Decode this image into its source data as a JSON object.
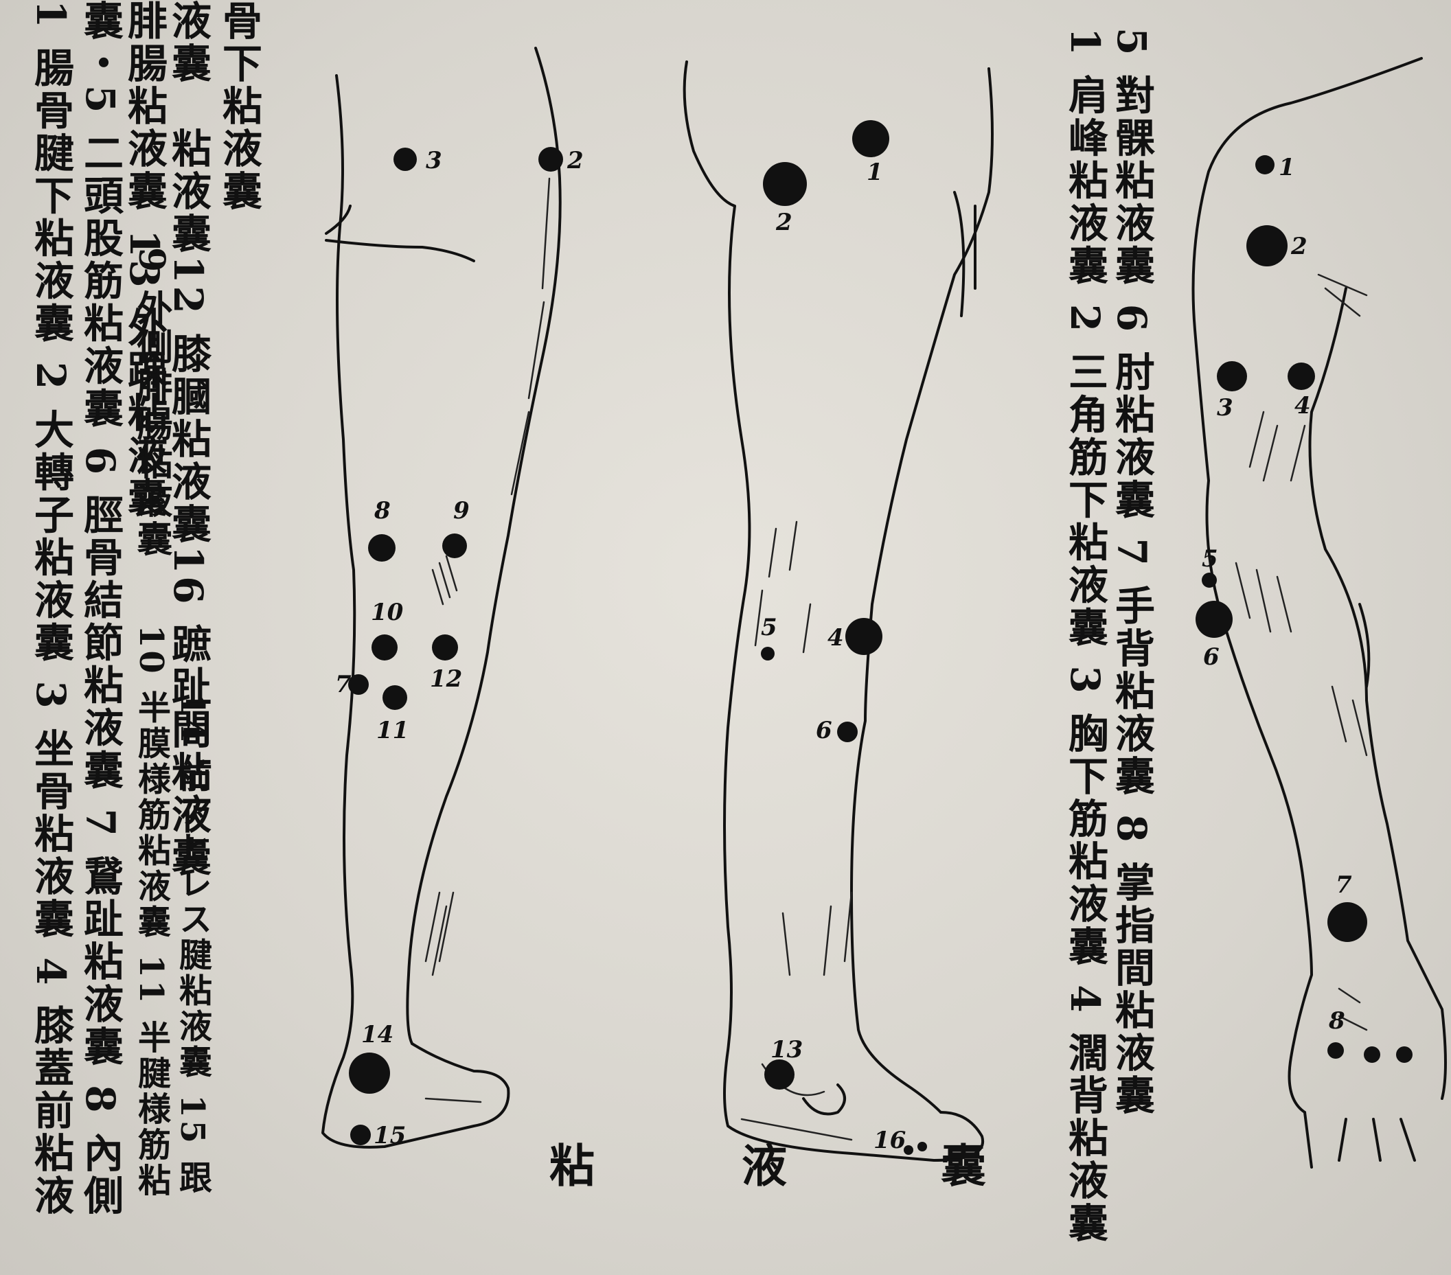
{
  "legend_leg": {
    "columns": [
      "骨下粘液囊",
      "液囊　粘液囊12 膝膕粘液囊16 蹠趾間粘液囊",
      "腓腸粘液囊 13 外踝粘液囊",
      "囊・5 二頭股筋粘液囊 6 脛骨結節粘液囊 7 鵞趾粘液囊 8 內側",
      "1 腸骨腱下粘液囊 2 大轉子粘液囊 3 坐骨粘液囊 4 膝蓋前粘液"
    ]
  },
  "legend_leg_extra": {
    "a": "9 外側腓腸粘液囊",
    "b": "10 半膜様筋粘液囊 11 半腱様筋粘",
    "c": "14 前アヒレス腱粘液囊 15 跟"
  },
  "legend_arm": {
    "columns": [
      "5 對髁粘液囊 6 肘粘液囊 7 手背粘液囊 8 掌指間粘液囊",
      "1 肩峰粘液囊 2 三角筋下粘液囊 3 胸下筋粘液囊 4 濶背粘液囊"
    ]
  },
  "caption": [
    "粘",
    "液",
    "囊"
  ],
  "markers": {
    "leg_side": [
      "3",
      "2",
      "8",
      "9",
      "10",
      "12",
      "7",
      "11",
      "14",
      "15"
    ],
    "leg_front": [
      "1",
      "2",
      "5",
      "4",
      "6",
      "13",
      "16"
    ],
    "arm": [
      "1",
      "2",
      "3",
      "4",
      "5",
      "6",
      "7",
      "8"
    ]
  }
}
